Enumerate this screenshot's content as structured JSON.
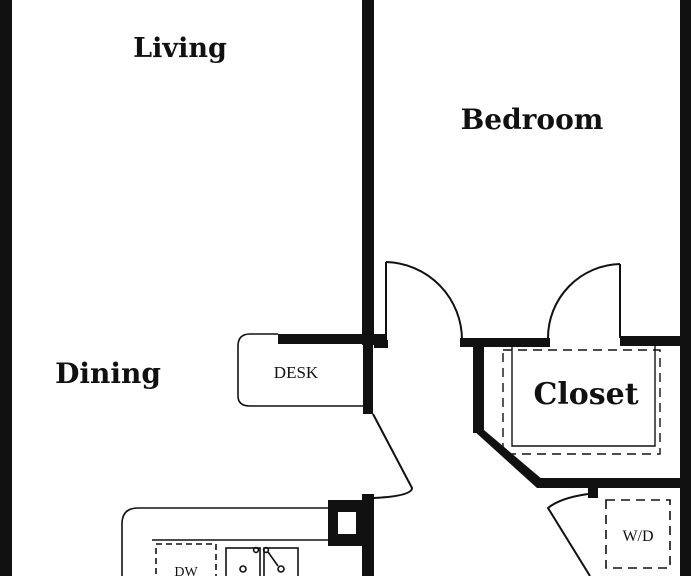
{
  "rooms": {
    "living": "Living",
    "bedroom": "Bedroom",
    "dining": "Dining",
    "closet": "Closet"
  },
  "fixtures": {
    "desk": "DESK",
    "washer_dryer": "W/D",
    "dishwasher": "DW"
  },
  "colors": {
    "wall": "#111111",
    "background": "#ffffff"
  }
}
